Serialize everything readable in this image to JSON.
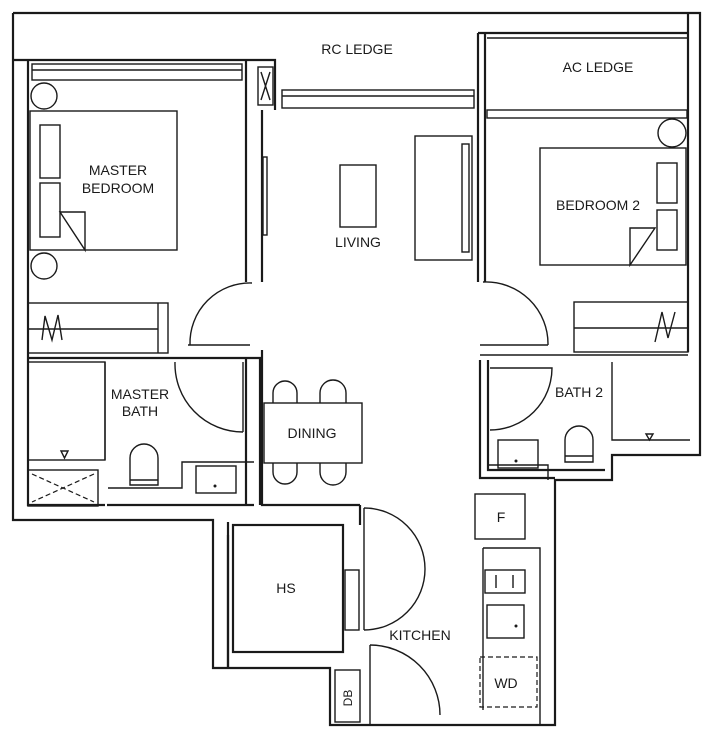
{
  "plan": {
    "rooms": {
      "rc_ledge": "RC LEDGE",
      "ac_ledge": "AC LEDGE",
      "master_bedroom_line1": "MASTER",
      "master_bedroom_line2": "BEDROOM",
      "living": "LIVING",
      "bedroom_2": "BEDROOM 2",
      "master_bath_line1": "MASTER",
      "master_bath_line2": "BATH",
      "dining": "DINING",
      "bath_2": "BATH 2",
      "hs": "HS",
      "kitchen": "KITCHEN",
      "fridge": "F",
      "washer_dryer": "WD",
      "db": "DB"
    },
    "line_color": "#1a1a1a",
    "background": "#ffffff"
  }
}
